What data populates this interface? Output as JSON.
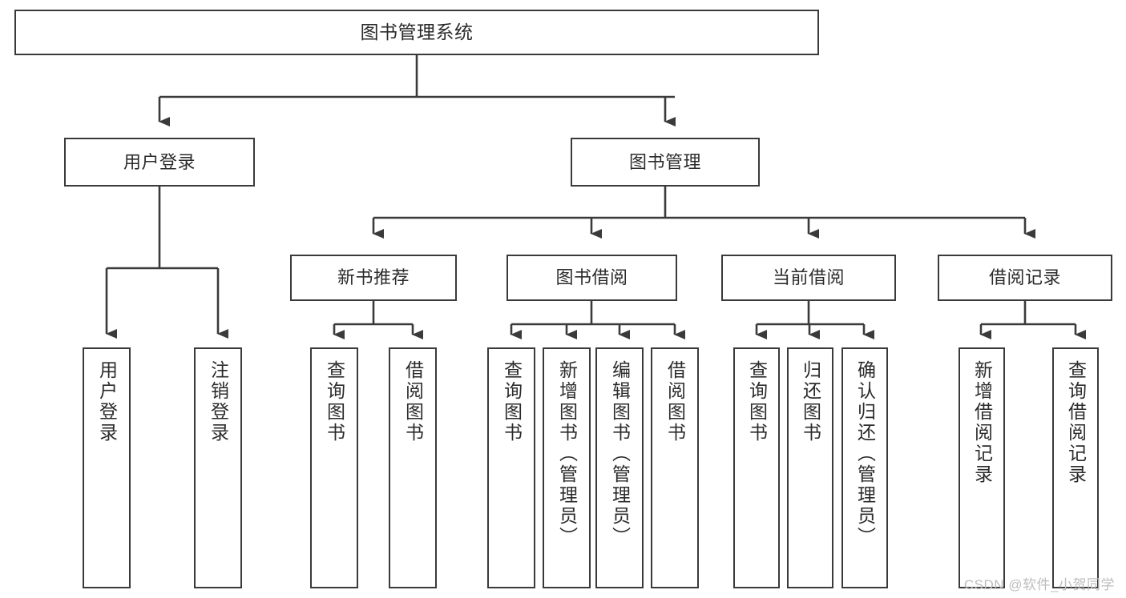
{
  "diagram": {
    "type": "org-chart",
    "title": "图书管理系统",
    "watermark": "CSDN @软件_小贺同学",
    "colors": {
      "box_border": "#3a3a3a",
      "box_fill": "#ffffff",
      "connector": "#3a3a3a",
      "text": "#2b2b2b",
      "watermark": "#bdbdbd",
      "background": "#ffffff"
    },
    "nodes": {
      "root": {
        "label": "图书管理系统"
      },
      "level1": [
        {
          "id": "user-login",
          "label": "用户登录"
        },
        {
          "id": "book-manage",
          "label": "图书管理"
        }
      ],
      "level2": [
        {
          "id": "new-book-recommend",
          "label": "新书推荐"
        },
        {
          "id": "book-borrow",
          "label": "图书借阅"
        },
        {
          "id": "current-borrow",
          "label": "当前借阅"
        },
        {
          "id": "borrow-record",
          "label": "借阅记录"
        }
      ],
      "leaves": {
        "user_login": [
          {
            "id": "leaf-user-login",
            "label": "用户登录"
          },
          {
            "id": "leaf-logout-login",
            "label": "注销登录"
          }
        ],
        "new_book_recommend": [
          {
            "id": "leaf-query-book-1",
            "label": "查询图书"
          },
          {
            "id": "leaf-borrow-book-1",
            "label": "借阅图书"
          }
        ],
        "book_borrow": [
          {
            "id": "leaf-query-book-2",
            "label": "查询图书"
          },
          {
            "id": "leaf-add-book",
            "label": "新增图书（管理员）"
          },
          {
            "id": "leaf-edit-book",
            "label": "编辑图书（管理员）"
          },
          {
            "id": "leaf-borrow-book-2",
            "label": "借阅图书"
          }
        ],
        "current_borrow": [
          {
            "id": "leaf-query-book-3",
            "label": "查询图书"
          },
          {
            "id": "leaf-return-book",
            "label": "归还图书"
          },
          {
            "id": "leaf-confirm-return",
            "label": "确认归还（管理员）"
          }
        ],
        "borrow_record": [
          {
            "id": "leaf-add-record",
            "label": "新增借阅记录"
          },
          {
            "id": "leaf-query-record",
            "label": "查询借阅记录"
          }
        ]
      }
    }
  }
}
